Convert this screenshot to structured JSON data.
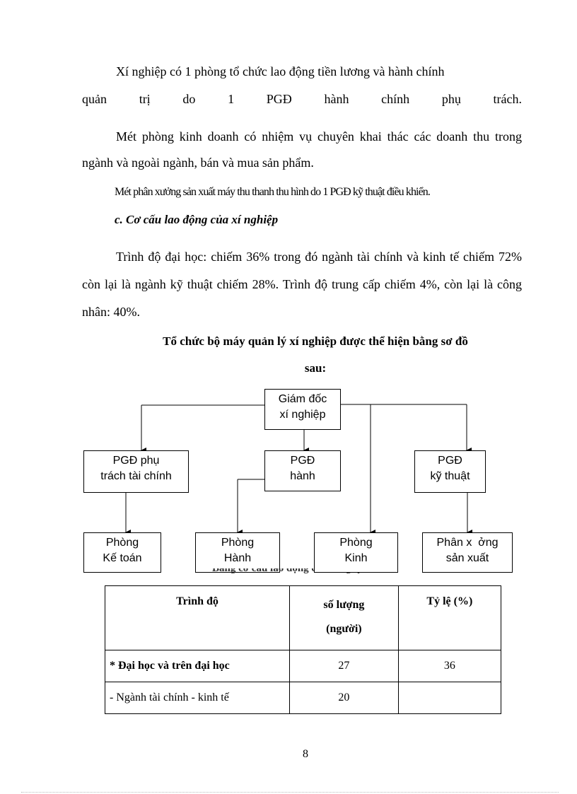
{
  "paragraphs": {
    "p1_line1": "Xí nghiệp có 1 phòng tổ chức lao động tiền lương và hành chính",
    "p1_line2_words": [
      "quản",
      "trị",
      "do",
      "1",
      "PGĐ",
      "hành",
      "chính",
      "phụ",
      "trách."
    ],
    "p2": "Mét phòng kinh doanh có nhiệm vụ chuyên khai thác các doanh thu trong ngành và ngoài ngành, bán và mua sản phẩm.",
    "p3": "Mét phân xưởng sản xuất máy thu thanh thu hình do 1 PGĐ kỹ thuật điều khiển.",
    "heading_c": "c. Cơ cấu lao động của xí nghiệp",
    "p4": "Trình độ đại học: chiếm 36% trong đó ngành tài chính và kinh tế chiếm 72% còn lại là ngành kỹ thuật chiếm 28%. Trình độ trung cấp chiếm 4%, còn lại là công nhân: 40%.",
    "chart_title_1": "Tổ chức bộ máy quản lý xí nghiệp được thể hiện bằng sơ đồ",
    "chart_title_2": "sau:"
  },
  "org_chart": {
    "director": [
      "Giám đốc",
      "xí nghiệp"
    ],
    "pgd_finance": [
      "PGĐ phụ",
      "trách tài chính"
    ],
    "pgd_admin": [
      "PGĐ",
      "hành"
    ],
    "pgd_tech": [
      "PGĐ",
      "kỹ thuật"
    ],
    "accounting": [
      "Phòng",
      "Kế toán"
    ],
    "admin_room": [
      "Phòng",
      "Hành"
    ],
    "business_room": [
      "Phòng",
      "Kinh"
    ],
    "workshop": [
      "Phân x  ởng",
      "sản xuất"
    ]
  },
  "table": {
    "caption": "Bảng cơ cấu lao động của công ty",
    "headers": [
      "Trình độ",
      "số lượng",
      "(người)",
      "Tỷ lệ (%)"
    ],
    "rows": [
      {
        "label": "* Đại học và trên đại học",
        "count": "27",
        "rate": "36"
      },
      {
        "label": "- Ngành tài chính - kinh tế",
        "count": "20",
        "rate": ""
      }
    ]
  },
  "page_number": "8"
}
